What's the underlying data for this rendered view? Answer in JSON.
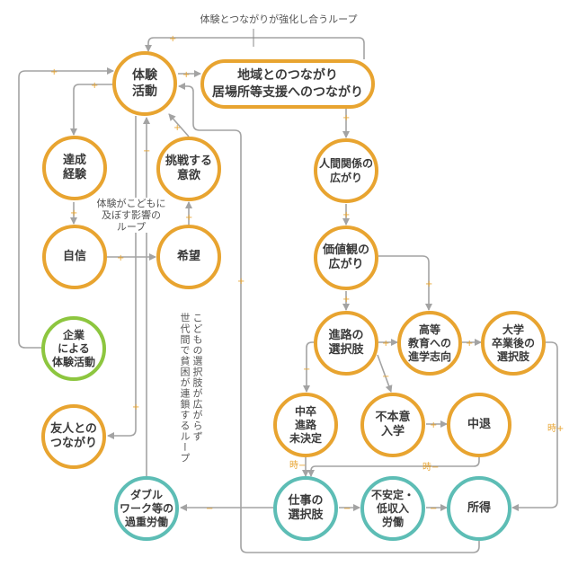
{
  "loops": {
    "reinforce": "体験とつながりが強化し合うループ",
    "influence": [
      "体験がこどもに",
      "及ぼす影響の",
      "ループ"
    ],
    "poverty": [
      "こどもの選択肢が広がらず",
      "世代間で貧困が連鎖するループ"
    ]
  },
  "nodes": {
    "taiken": [
      "体験",
      "活動"
    ],
    "chiiki": [
      "地域とのつながり",
      "居場所等支援へのつながり"
    ],
    "tassei": [
      "達成",
      "経験"
    ],
    "chosen": [
      "挑戦する",
      "意欲"
    ],
    "jishin": [
      "自信"
    ],
    "kibo": [
      "希望"
    ],
    "kigyo": [
      "企業",
      "による",
      "体験活動"
    ],
    "yujin": [
      "友人との",
      "つながり"
    ],
    "double": [
      "ダブル",
      "ワーク等の",
      "過重労働"
    ],
    "ningen": [
      "人間関係の",
      "広がり"
    ],
    "kachikan": [
      "価値観の",
      "広がり"
    ],
    "shinro": [
      "進路の",
      "選択肢"
    ],
    "koto": [
      "高等",
      "教育への",
      "進学志向"
    ],
    "daigaku": [
      "大学",
      "卒業後の",
      "選択肢"
    ],
    "chusotsu": [
      "中卒",
      "進路",
      "未決定"
    ],
    "fuhon": [
      "不本意",
      "入学"
    ],
    "chutai": [
      "中退"
    ],
    "shigoto": [
      "仕事の",
      "選択肢"
    ],
    "fuantei": [
      "不安定・",
      "低収入",
      "労働"
    ],
    "shotoku": [
      "所得"
    ]
  },
  "edges": [
    {
      "from": "chiiki",
      "to": "taiken",
      "sign": "+"
    },
    {
      "from": "taiken",
      "to": "chiiki",
      "sign": "+"
    },
    {
      "from": "kigyo",
      "to": "taiken",
      "sign": "+"
    },
    {
      "from": "taiken",
      "to": "tassei",
      "sign": "+"
    },
    {
      "from": "tassei",
      "to": "jishin",
      "sign": "+"
    },
    {
      "from": "jishin",
      "to": "kibo",
      "sign": "+"
    },
    {
      "from": "kibo",
      "to": "chosen",
      "sign": "+"
    },
    {
      "from": "chosen",
      "to": "taiken",
      "sign": "+"
    },
    {
      "from": "taiken",
      "to": "yujin",
      "sign": "+"
    },
    {
      "from": "double",
      "to": "taiken",
      "sign": "−"
    },
    {
      "from": "shotoku",
      "to": "taiken",
      "sign": "+"
    },
    {
      "from": "chiiki",
      "to": "ningen",
      "sign": "+"
    },
    {
      "from": "ningen",
      "to": "kachikan",
      "sign": "+"
    },
    {
      "from": "kachikan",
      "to": "koto",
      "sign": "+"
    },
    {
      "from": "kachikan",
      "to": "shinro",
      "sign": "+"
    },
    {
      "from": "shinro",
      "to": "koto",
      "sign": "+"
    },
    {
      "from": "koto",
      "to": "daigaku",
      "sign": "+"
    },
    {
      "from": "shinro",
      "to": "chusotsu",
      "sign": "−"
    },
    {
      "from": "shinro",
      "to": "fuhon",
      "sign": "−"
    },
    {
      "from": "fuhon",
      "to": "chutai",
      "sign": "+"
    },
    {
      "from": "chusotsu",
      "to": "shigoto",
      "sign": "時−"
    },
    {
      "from": "chutai",
      "to": "shigoto",
      "sign": "時−"
    },
    {
      "from": "daigaku",
      "to": "shotoku",
      "sign": "時+"
    },
    {
      "from": "shigoto",
      "to": "fuantei",
      "sign": "−"
    },
    {
      "from": "fuantei",
      "to": "shotoku",
      "sign": "−"
    },
    {
      "from": "shigoto",
      "to": "double",
      "sign": "−"
    }
  ],
  "colors": {
    "experience": "#e8a430",
    "work": "#5dbdb5",
    "company": "#8dc63f",
    "edge": "#a3a3a3"
  }
}
